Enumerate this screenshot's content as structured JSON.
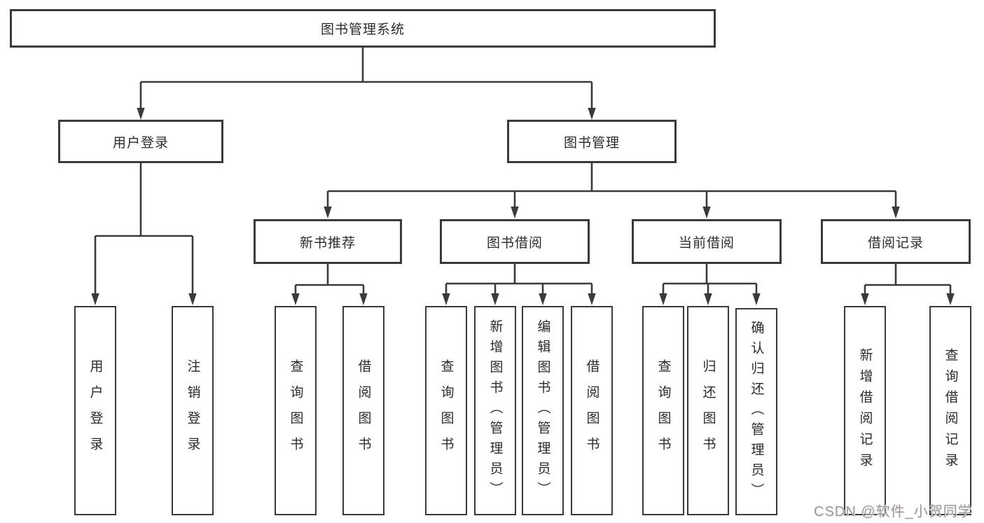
{
  "diagram": {
    "tree": {
      "label": "图书管理系统",
      "children": [
        {
          "label": "用户登录",
          "children": [
            {
              "label": "用户登录"
            },
            {
              "label": "注销登录"
            }
          ]
        },
        {
          "label": "图书管理",
          "children": [
            {
              "label": "新书推荐",
              "children": [
                {
                  "label": "查询图书"
                },
                {
                  "label": "借阅图书"
                }
              ]
            },
            {
              "label": "图书借阅",
              "children": [
                {
                  "label": "查询图书"
                },
                {
                  "label": "新增图书（管理员）"
                },
                {
                  "label": "编辑图书（管理员）"
                },
                {
                  "label": "借阅图书"
                }
              ]
            },
            {
              "label": "当前借阅",
              "children": [
                {
                  "label": "查询图书"
                },
                {
                  "label": "归还图书"
                },
                {
                  "label": "确认归还（管理员）"
                }
              ]
            },
            {
              "label": "借阅记录",
              "children": [
                {
                  "label": "新增借阅记录"
                },
                {
                  "label": "查询借阅记录"
                }
              ]
            }
          ]
        }
      ]
    },
    "watermark": "CSDN @软件_小贺同学",
    "colors": {
      "line": "#3a3a3a",
      "text": "#2b2b2b",
      "watermark": "#9e9898",
      "background": "#ffffff"
    }
  }
}
